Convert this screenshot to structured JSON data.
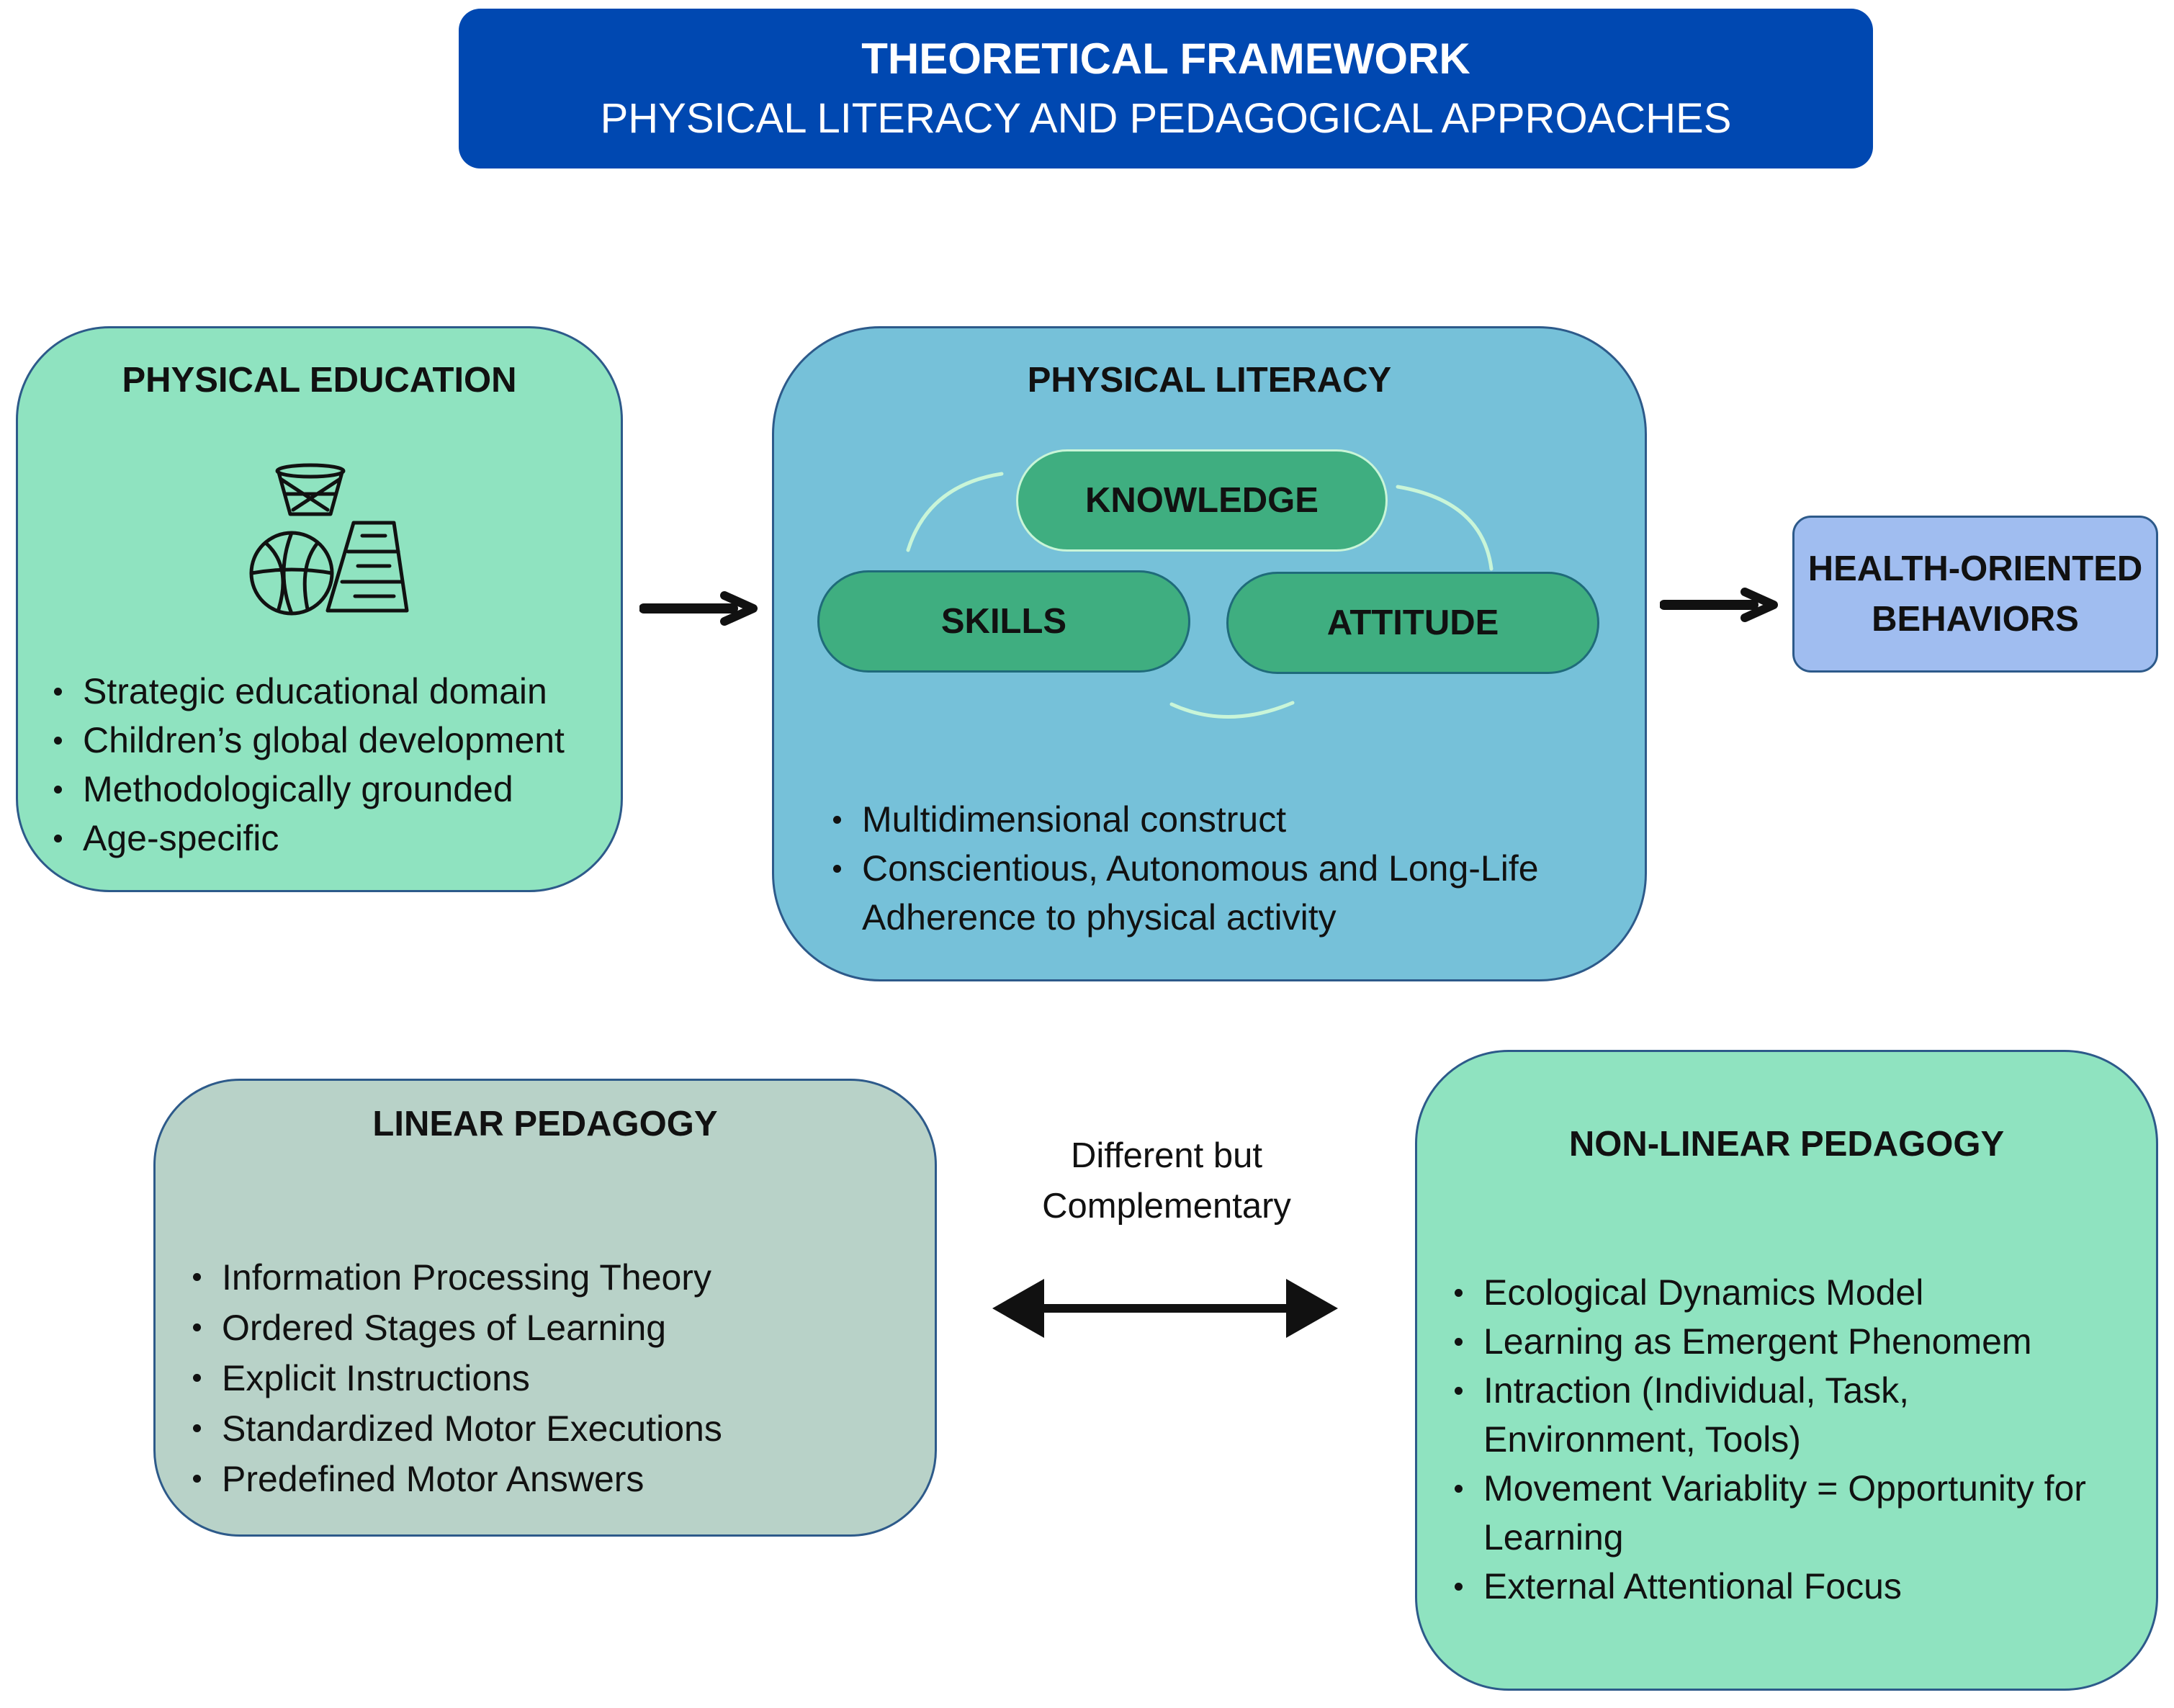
{
  "header": {
    "title": "THEORETICAL FRAMEWORK",
    "subtitle": "PHYSICAL LITERACY AND PEDAGOGICAL APPROACHES"
  },
  "physical_education": {
    "title": "PHYSICAL EDUCATION",
    "icon": "basketball-hoop-icon",
    "items": [
      "Strategic educational domain",
      "Children’s global development",
      "Methodologically grounded",
      "Age-specific"
    ]
  },
  "physical_literacy": {
    "title": "PHYSICAL LITERACY",
    "components": {
      "knowledge": "KNOWLEDGE",
      "skills": "SKILLS",
      "attitude": "ATTITUDE"
    },
    "items": [
      "Multidimensional construct",
      "Conscientious, Autonomous and Long-Life Adherence to physical activity"
    ]
  },
  "health_oriented": {
    "line1": "HEALTH-ORIENTED",
    "line2": "BEHAVIORS"
  },
  "linear_pedagogy": {
    "title": "LINEAR PEDAGOGY",
    "items": [
      "Information Processing Theory",
      "Ordered Stages of Learning",
      "Explicit Instructions",
      "Standardized Motor Executions",
      "Predefined Motor Answers"
    ]
  },
  "relation": {
    "line1": "Different but",
    "line2": "Complementary"
  },
  "non_linear_pedagogy": {
    "title": "NON-LINEAR PEDAGOGY",
    "items": [
      "Ecological Dynamics Model",
      "Learning as Emergent Phenomem",
      "Intraction (Individual, Task, Environment, Tools)",
      "Movement Variablity = Opportunity for Learning",
      "External Attentional Focus"
    ]
  },
  "colors": {
    "banner": "#0048b1",
    "green_box": "#8fe3c0",
    "blue_box": "#76c1d9",
    "lavender_box": "#a0bdf0",
    "grey_green_box": "#b8d2c8",
    "pill": "#3fae80"
  }
}
